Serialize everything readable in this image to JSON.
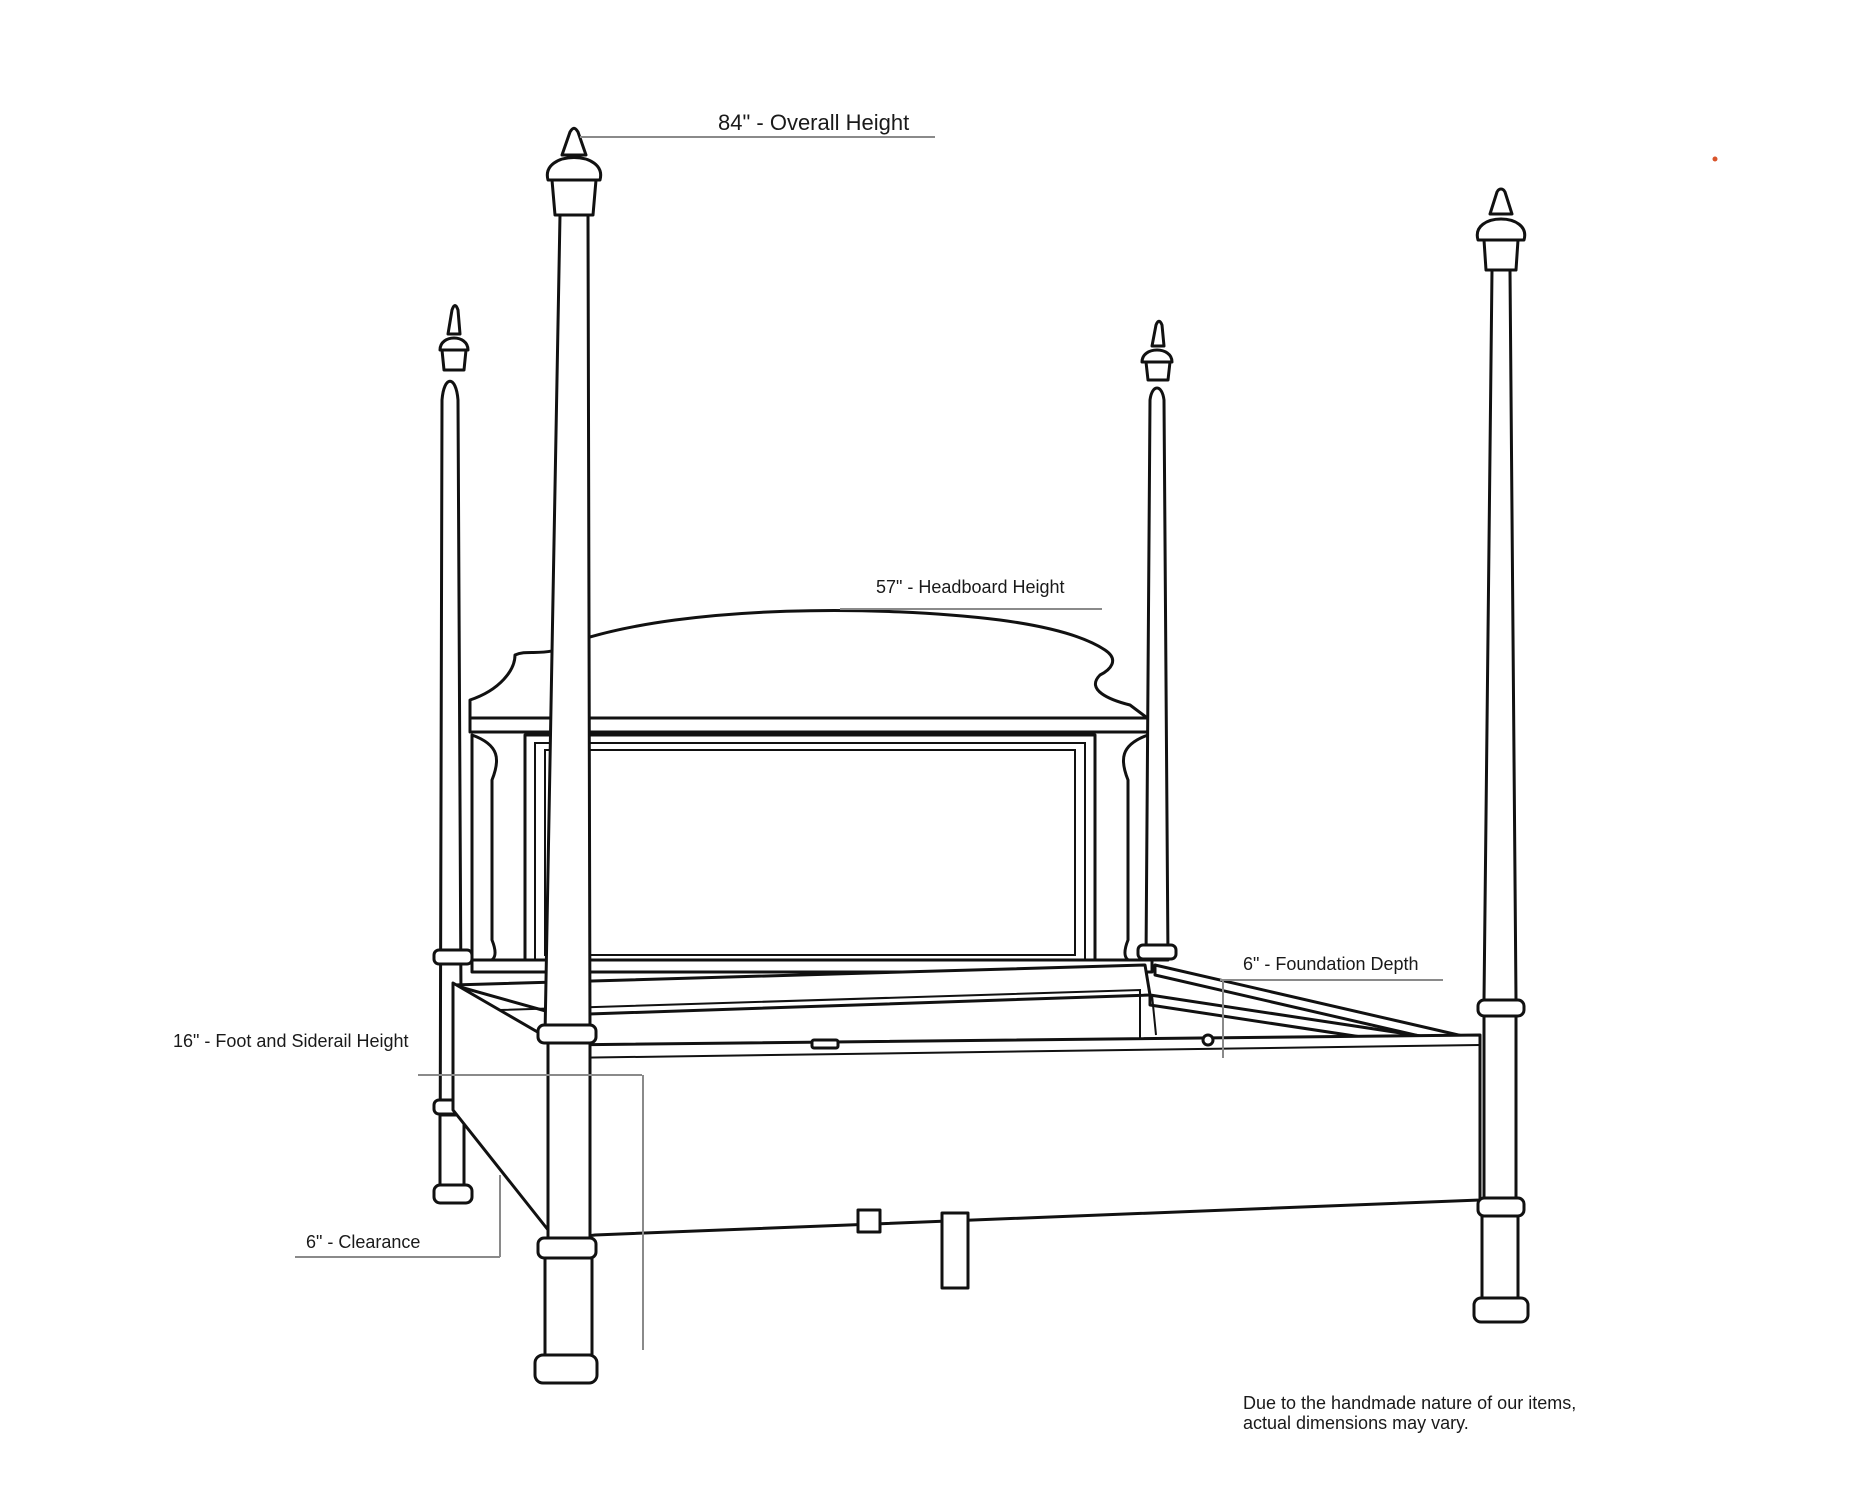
{
  "dimensions": {
    "overall_height": "84\" - Overall Height",
    "headboard_height": "57\" - Headboard Height",
    "foundation_depth": "6\" - Foundation Depth",
    "foot_siderail_height": "16\" - Foot and Siderail Height",
    "clearance": "6\" - Clearance"
  },
  "disclaimer": {
    "line1": "Due to the handmade nature of our items,",
    "line2": "actual dimensions may vary."
  },
  "colors": {
    "ink": "#111111",
    "dimension_line": "#8a8a8a",
    "marker": "#d9542b"
  }
}
